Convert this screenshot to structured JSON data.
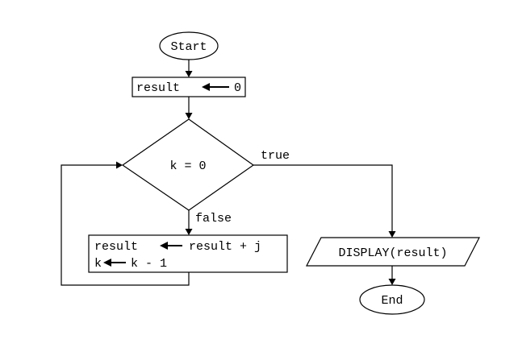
{
  "nodes": {
    "start": "Start",
    "init": {
      "variable": "result",
      "value": "0"
    },
    "decision": "k = 0",
    "body": {
      "line1_var": "result",
      "line1_expr": "result + j",
      "line2_var": "k",
      "line2_expr": "k - 1"
    },
    "display": "DISPLAY(result)",
    "end": "End"
  },
  "edges": {
    "true_label": "true",
    "false_label": "false"
  }
}
